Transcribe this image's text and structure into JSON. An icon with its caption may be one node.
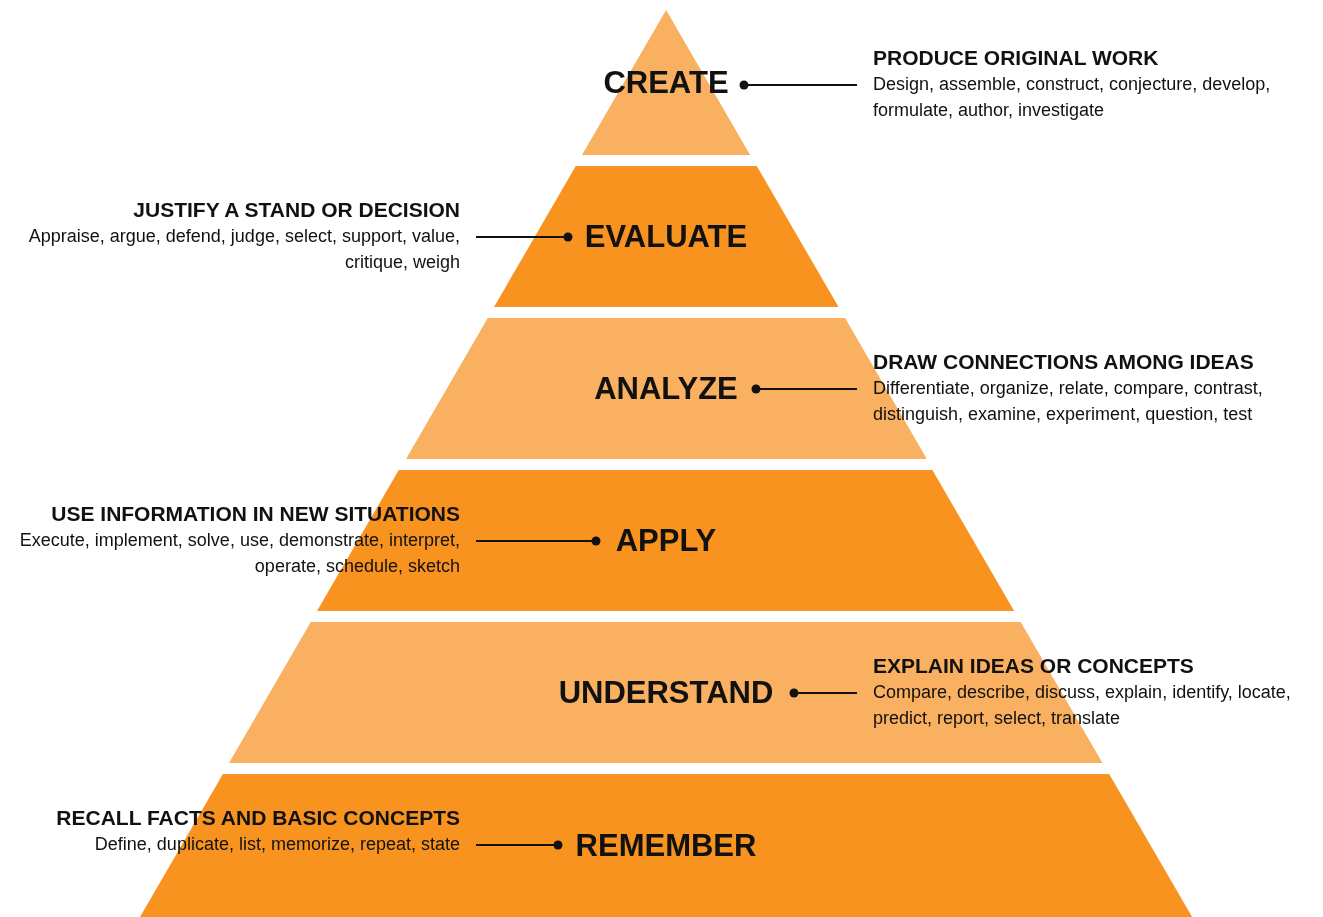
{
  "diagram": {
    "nodes": [
      {
        "text": [
          "CREATE"
        ]
      },
      {
        "text": [
          "PRODUCE ORIGINAL WORK",
          "Design, assemble, construct, conjecture, develop, formulate, author, investigate"
        ]
      },
      {
        "text": [
          "JUSTIFY A STAND OR DECISION",
          "Appraise, argue, defend, judge, select, support, value, critique, weigh"
        ]
      },
      {
        "text": [
          "EVALUATE"
        ]
      },
      {
        "text": [
          "ANALYZE"
        ]
      },
      {
        "text": [
          "DRAW CONNECTIONS AMONG IDEAS",
          "Differentiate, organize, relate, compare, contrast, distinguish, examine, experiment, question, test"
        ]
      },
      {
        "text": [
          "USE INFORMATION IN NEW SITUATIONS",
          "Execute, implement, solve, use, demonstrate, interpret, operate, schedule, sketch"
        ]
      },
      {
        "text": [
          "APPLY"
        ]
      },
      {
        "text": [
          "UNDERSTAND"
        ]
      },
      {
        "text": [
          "EXPLAIN IDEAS OR CONCEPTS",
          "Compare, describe, discuss, explain, identify, locate, predict, report, select, translate"
        ]
      },
      {
        "text": [
          "RECALL FACTS AND BASIC CONCEPTS",
          "Define, duplicate, list, memorize, repeat, state"
        ]
      },
      {
        "text": [
          "REMEMBER"
        ]
      }
    ],
    "edges": [
      {
        "from": 1,
        "to": 0,
        "arrow": "other"
      },
      {
        "from": 2,
        "to": 3,
        "arrow": "other"
      },
      {
        "from": 5,
        "to": 4,
        "arrow": "other"
      },
      {
        "from": 6,
        "to": 7,
        "arrow": "other"
      },
      {
        "from": 9,
        "to": 8,
        "arrow": "other"
      },
      {
        "from": 10,
        "to": 11,
        "arrow": "other"
      }
    ]
  }
}
